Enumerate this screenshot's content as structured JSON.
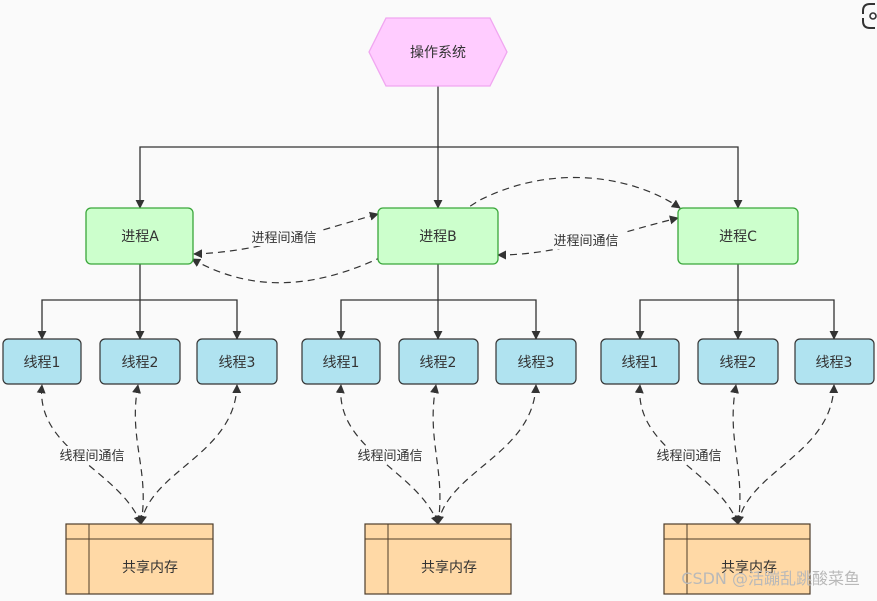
{
  "diagram": {
    "os": {
      "label": "操作系统"
    },
    "processes": [
      {
        "label": "进程A"
      },
      {
        "label": "进程B"
      },
      {
        "label": "进程C"
      }
    ],
    "threads": [
      [
        "线程1",
        "线程2",
        "线程3"
      ],
      [
        "线程1",
        "线程2",
        "线程3"
      ],
      [
        "线程1",
        "线程2",
        "线程3"
      ]
    ],
    "shared_memory": [
      "共享内存",
      "共享内存",
      "共享内存"
    ],
    "ipc_labels": [
      "进程间通信",
      "进程间通信"
    ],
    "thread_comm_labels": [
      "线程间通信",
      "线程间通信",
      "线程间通信"
    ]
  },
  "watermark": "CSDN @活蹦乱跳酸菜鱼",
  "colors": {
    "os_fill": "#ffccff",
    "os_stroke": "#f0a6f0",
    "process_fill": "#ccffcc",
    "process_stroke": "#3aa63a",
    "thread_fill": "#b0e3f0",
    "thread_stroke": "#333333",
    "memory_fill": "#ffd9a6",
    "memory_stroke": "#4d3d2b",
    "line": "#333333"
  },
  "icons": {
    "corner": "scan-icon"
  }
}
